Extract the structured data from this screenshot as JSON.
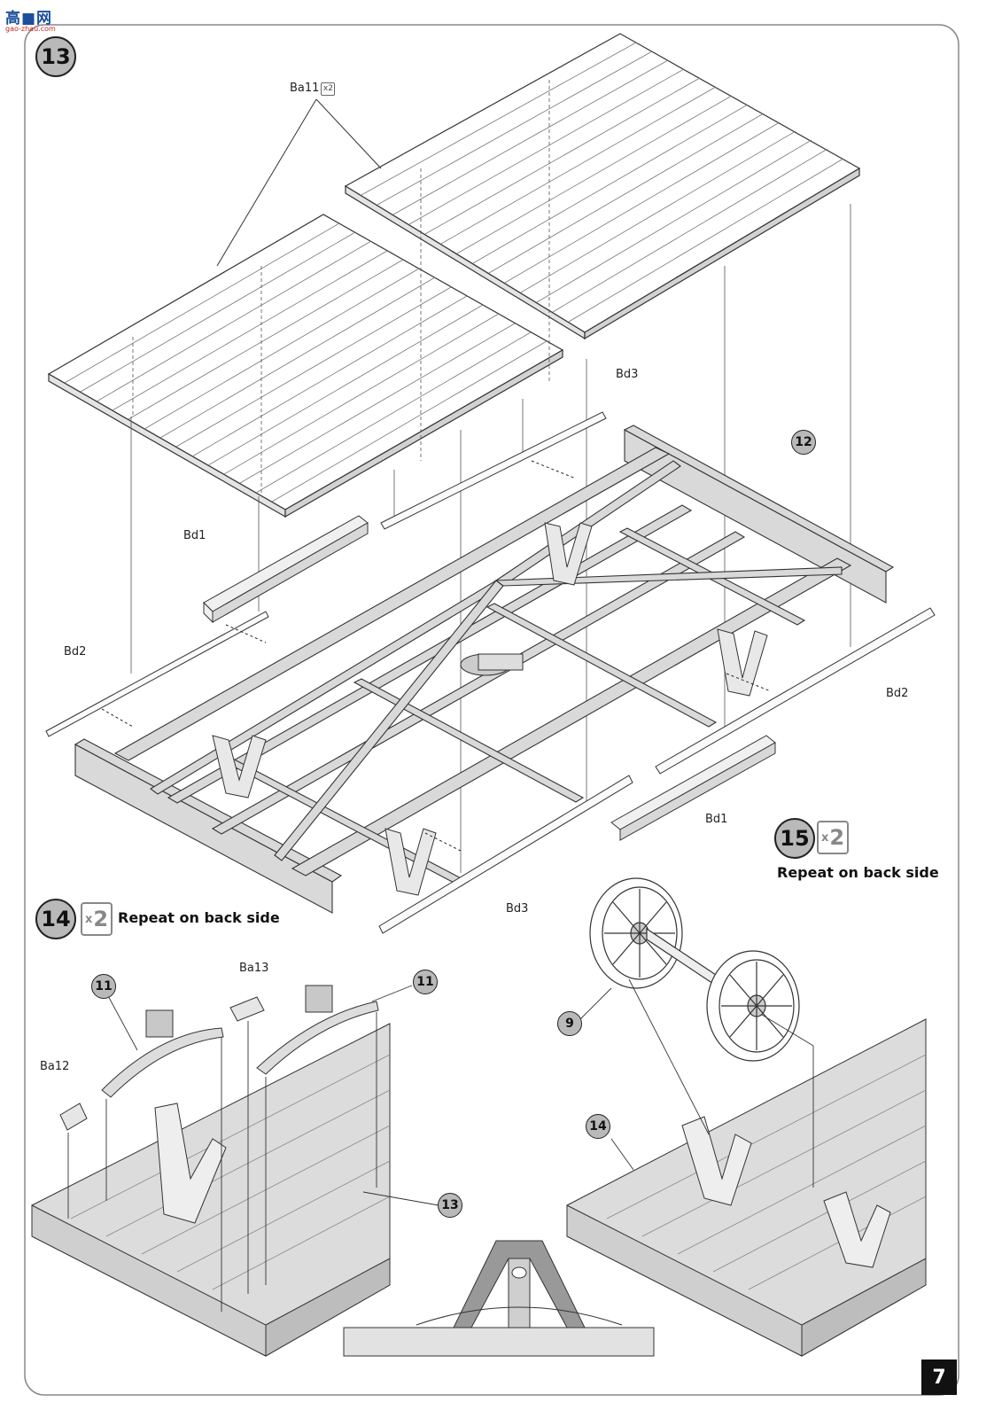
{
  "watermark": {
    "logo_text": "高■网",
    "logo_sub": "gao-zhau.com"
  },
  "steps": [
    {
      "number": "13"
    },
    {
      "number": "14",
      "quantity": "2",
      "note": "Repeat on back side"
    },
    {
      "number": "15",
      "quantity": "2",
      "note": "Repeat on back side"
    }
  ],
  "parts": {
    "ba11": {
      "label": "Ba11",
      "quantity": "2"
    },
    "bd1_left": "Bd1",
    "bd1_right": "Bd1",
    "bd2_left": "Bd2",
    "bd2_right": "Bd2",
    "bd3_top": "Bd3",
    "bd3_bottom": "Bd3",
    "ba12": "Ba12",
    "ba13": "Ba13"
  },
  "callouts": {
    "c12": "12",
    "c11_left": "11",
    "c11_right": "11",
    "c13": "13",
    "c9": "9",
    "c14": "14"
  },
  "page_number": "7"
}
